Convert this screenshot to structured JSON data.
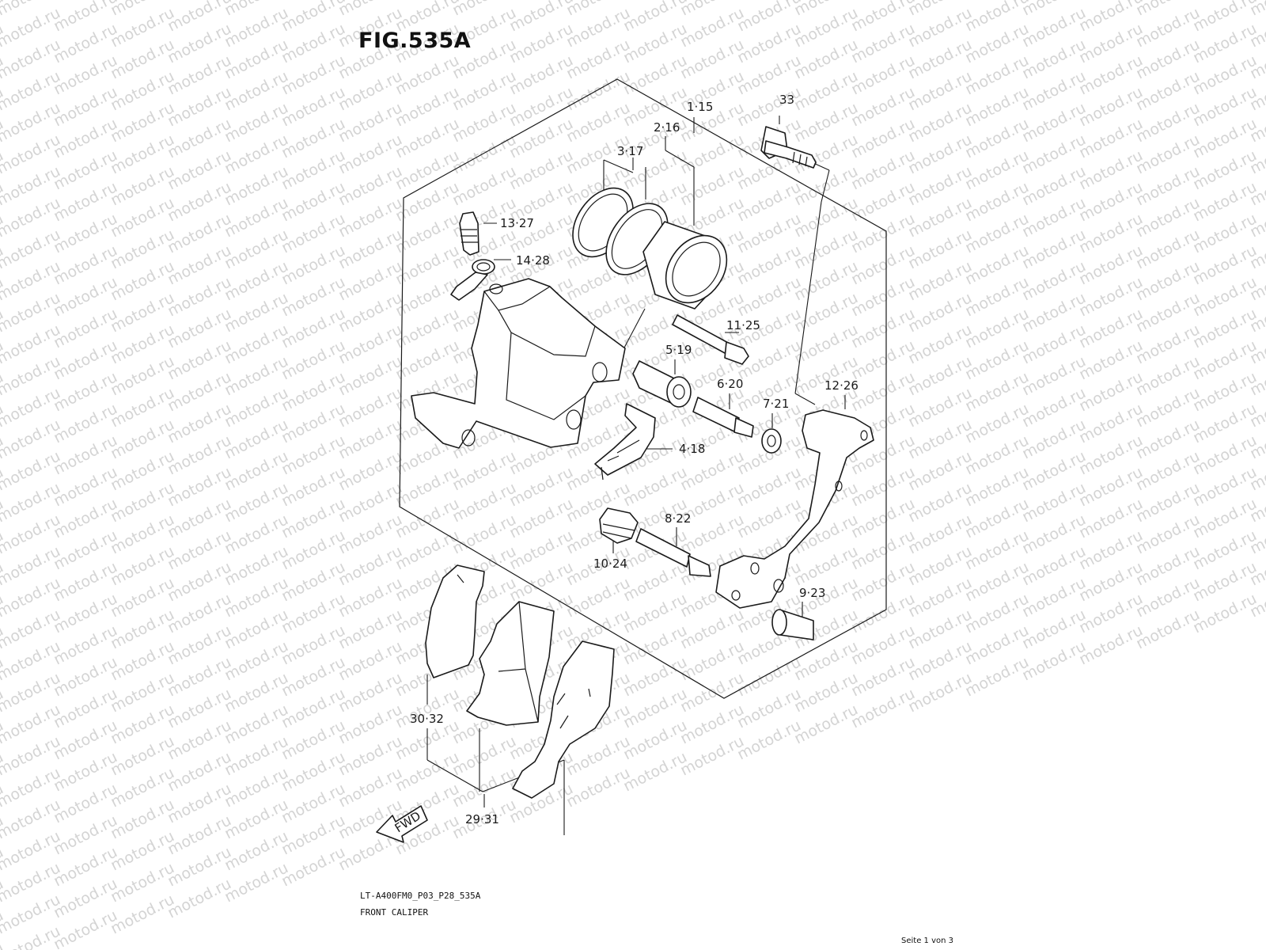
{
  "figure": {
    "title": "FIG.535A",
    "drawing_code": "LT-A400FM0_P03_P28_535A",
    "drawing_name": "FRONT CALIPER"
  },
  "watermark_text": "motod.ru",
  "callouts": {
    "c1": "1·15",
    "c2": "2·16",
    "c3": "3·17",
    "c4": "4·18",
    "c5": "5·19",
    "c6": "6·20",
    "c7": "7·21",
    "c8": "8·22",
    "c9": "9·23",
    "c10": "10·24",
    "c11": "11·25",
    "c12": "12·26",
    "c13": "13·27",
    "c14": "14·28",
    "c29": "29·31",
    "c30": "30·32",
    "c33": "33"
  },
  "fwd_label": "FWD",
  "page_indicator": "Seite 1 von 3"
}
